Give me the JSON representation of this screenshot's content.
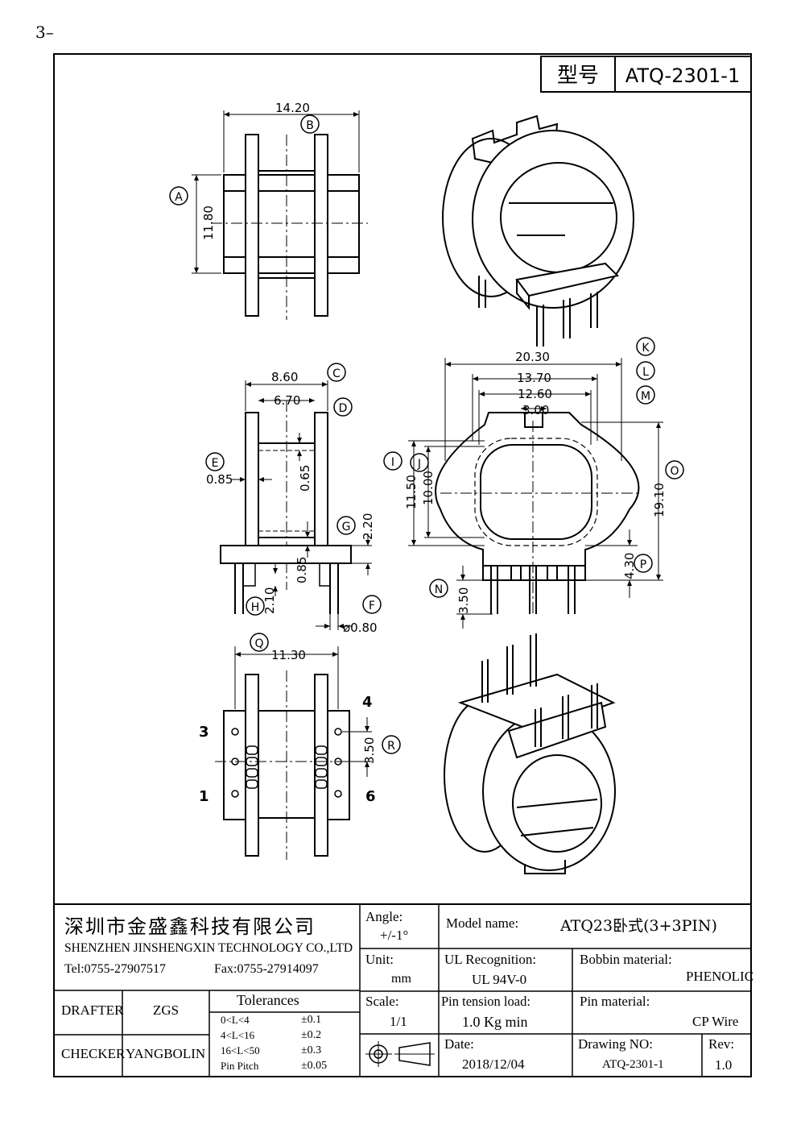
{
  "corner_mark": "3–",
  "model": {
    "label": "型号",
    "value": "ATQ-2301-1"
  },
  "dims": {
    "top": {
      "width": "14.20",
      "height": "11.80",
      "letter_a": "A",
      "letter_b": "B"
    },
    "side": {
      "c": "8.60",
      "d": "6.70",
      "e": "0.85",
      "v065": "0.65",
      "g": "2.20",
      "v085": "0.85",
      "h": "2.10",
      "f": "ø0.80",
      "letter_c": "C",
      "letter_d": "D",
      "letter_e": "E",
      "letter_g": "G",
      "letter_h": "H",
      "letter_f": "F"
    },
    "front": {
      "k": "20.30",
      "l": "13.70",
      "m": "12.60",
      "m2": "3.00",
      "i": "11.50",
      "j": "10.00",
      "o": "19.10",
      "p": "4.30",
      "n": "3.50",
      "letter_k": "K",
      "letter_l": "L",
      "letter_m": "M",
      "letter_i": "I",
      "letter_j": "J",
      "letter_o": "O",
      "letter_p": "P",
      "letter_n": "N"
    },
    "bottom": {
      "q": "11.30",
      "r": "3.50",
      "letter_q": "Q",
      "letter_r": "R",
      "pin3": "3",
      "pin1": "1",
      "pin4": "4",
      "pin6": "6"
    }
  },
  "title_block": {
    "company_cn": "深圳市金盛鑫科技有限公司",
    "company_en": "SHENZHEN JINSHENGXIN TECHNOLOGY CO.,LTD",
    "tel": "Tel:0755-27907517",
    "fax": "Fax:0755-27914097",
    "drafter_label": "DRAFTER",
    "drafter": "ZGS",
    "checker_label": "CHECKER",
    "checker": "YANGBOLIN",
    "tolerances_label": "Tolerances",
    "tolerances": [
      {
        "range": "0<L<4",
        "value": "±0.1"
      },
      {
        "range": "4<L<16",
        "value": "±0.2"
      },
      {
        "range": "16<L<50",
        "value": "±0.3"
      },
      {
        "range": "Pin Pitch",
        "value": "±0.05"
      }
    ],
    "angle_label": "Angle:",
    "angle_value": "+/-1°",
    "unit_label": "Unit:",
    "unit_value": "mm",
    "scale_label": "Scale:",
    "scale_value": "1/1",
    "model_name_label": "Model name:",
    "model_name_value": "ATQ23卧式(3+3PIN)",
    "ul_label": "UL Recognition:",
    "ul_value": "UL 94V-0",
    "bobbin_label": "Bobbin material:",
    "bobbin_value": "PHENOLIC",
    "pin_tension_label": "Pin tension load:",
    "pin_tension_value": "1.0 Kg min",
    "pin_material_label": "Pin material:",
    "pin_material_value": "CP Wire",
    "date_label": "Date:",
    "date_value": "2018/12/04",
    "drawing_no_label": "Drawing NO:",
    "drawing_no_value": "ATQ-2301-1",
    "rev_label": "Rev:",
    "rev_value": "1.0"
  }
}
